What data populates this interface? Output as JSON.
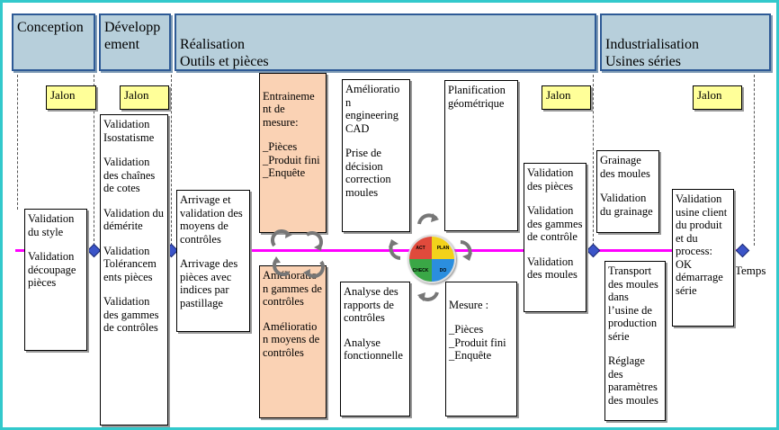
{
  "phases": [
    {
      "label": "Conception"
    },
    {
      "label": "Développ ement"
    },
    {
      "label": "Réalisation\nOutils et pièces"
    },
    {
      "label": "Industrialisation\nUsines séries"
    }
  ],
  "jalon_label": "Jalon",
  "boxes": {
    "conception": [
      "Validation du style",
      "Validation découpage pièces"
    ],
    "developpement": [
      "Validation Isostatisme",
      "Validation des chaînes de cotes",
      "Validation du démérite",
      "Validation Tolérancem ents pièces",
      "Validation des gammes de contrôles"
    ],
    "arrivage": [
      "Arrivage et validation des moyens de contrôles",
      "Arrivage des pièces avec indices par pastillage"
    ],
    "entrainement": [
      "Entraineme nt de mesure:",
      "_Pièces\n_Produit fini\n_Enquête"
    ],
    "amelioration_gammes": [
      "Amélioratio n gammes de contrôles",
      "Amélioratio n moyens de contrôles"
    ],
    "engineering": [
      "Amélioratio n engineering CAD",
      "Prise de décision correction moules"
    ],
    "analyse": [
      "Analyse des rapports de contrôles",
      "Analyse fonctionnelle"
    ],
    "planification": [
      "Planification géométrique"
    ],
    "mesure": [
      "Mesure :",
      "_Pièces\n_Produit fini\n_Enquête"
    ],
    "validation_pieces": [
      "Validation des pièces",
      "Validation des gammes de contrôle",
      "Validation des moules"
    ],
    "grainage": [
      "Grainage des moules",
      "Validation du grainage"
    ],
    "transport": [
      "Transport des moules dans l’usine de production série",
      "Réglage des paramètres des moules"
    ],
    "usine_client": [
      "Validation usine client du produit et du process: OK démarrage série"
    ]
  },
  "pdca": {
    "act": "ACT",
    "plan": "PLAN",
    "check": "CHECK",
    "do": "DO"
  },
  "axis_label": "Temps",
  "colors": {
    "frame": "#33c9cc",
    "phase_fill": "#b7cfdb",
    "phase_border": "#2e5a96",
    "jalon_fill": "#ffff99",
    "orange_fill": "#fad2b4",
    "timeline": "#ff00ff",
    "milestone": "#3b54c8"
  }
}
